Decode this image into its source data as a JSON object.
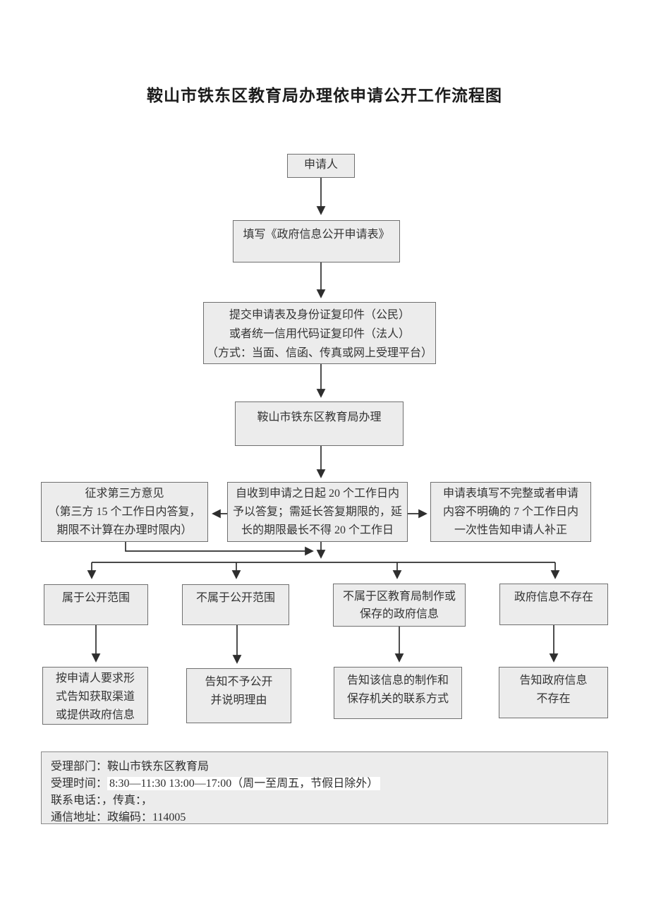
{
  "title": "鞍山市铁东区教育局办理依申请公开工作流程图",
  "flow": {
    "applicant": "申请人",
    "fill_form": "填写《政府信息公开申请表》",
    "submit": "提交申请表及身份证复印件（公民）\n或者统一信用代码证复印件（法人）\n（方式：当面、信函、传真或网上受理平台）",
    "bureau": "鞍山市铁东区教育局办理",
    "third_party": "征求第三方意见\n（第三方 15 个工作日内答复，\n期限不计算在办理时限内）",
    "reply_deadline": "自收到申请之日起 20 个工作日内\n予以答复；需延长答复期限的，延\n长的期限最长不得 20 个工作日",
    "supplement": "申请表填写不完整或者申请\n内容不明确的 7 个工作日内\n一次性告知申请人补正",
    "branches": [
      {
        "condition": "属于公开范围",
        "result": "按申请人要求形\n式告知获取渠道\n或提供政府信息"
      },
      {
        "condition": "不属于公开范围",
        "result": "告知不予公开\n并说明理由"
      },
      {
        "condition": "不属于区教育局制作或\n保存的政府信息",
        "result": "告知该信息的制作和\n保存机关的联系方式"
      },
      {
        "condition": "政府信息不存在",
        "result": "告知政府信息\n不存在"
      }
    ]
  },
  "contact": {
    "lines": [
      {
        "label": "受理部门：",
        "value": "鞍山市铁东区教育局"
      },
      {
        "label": "受理时间：",
        "value": "8:30—11:30 13:00—17:00（周一至周五，节假日除外）"
      },
      {
        "label": "联系电话：",
        "value": "，传真：，"
      },
      {
        "label": "通信地址：",
        "value": "政编码：114005"
      }
    ]
  },
  "colors": {
    "box_fill": "#ececec",
    "box_border": "#6f6f6f",
    "connector": "#2e2e2e",
    "highlight": "#ffffff",
    "page_bg": "#ffffff"
  }
}
